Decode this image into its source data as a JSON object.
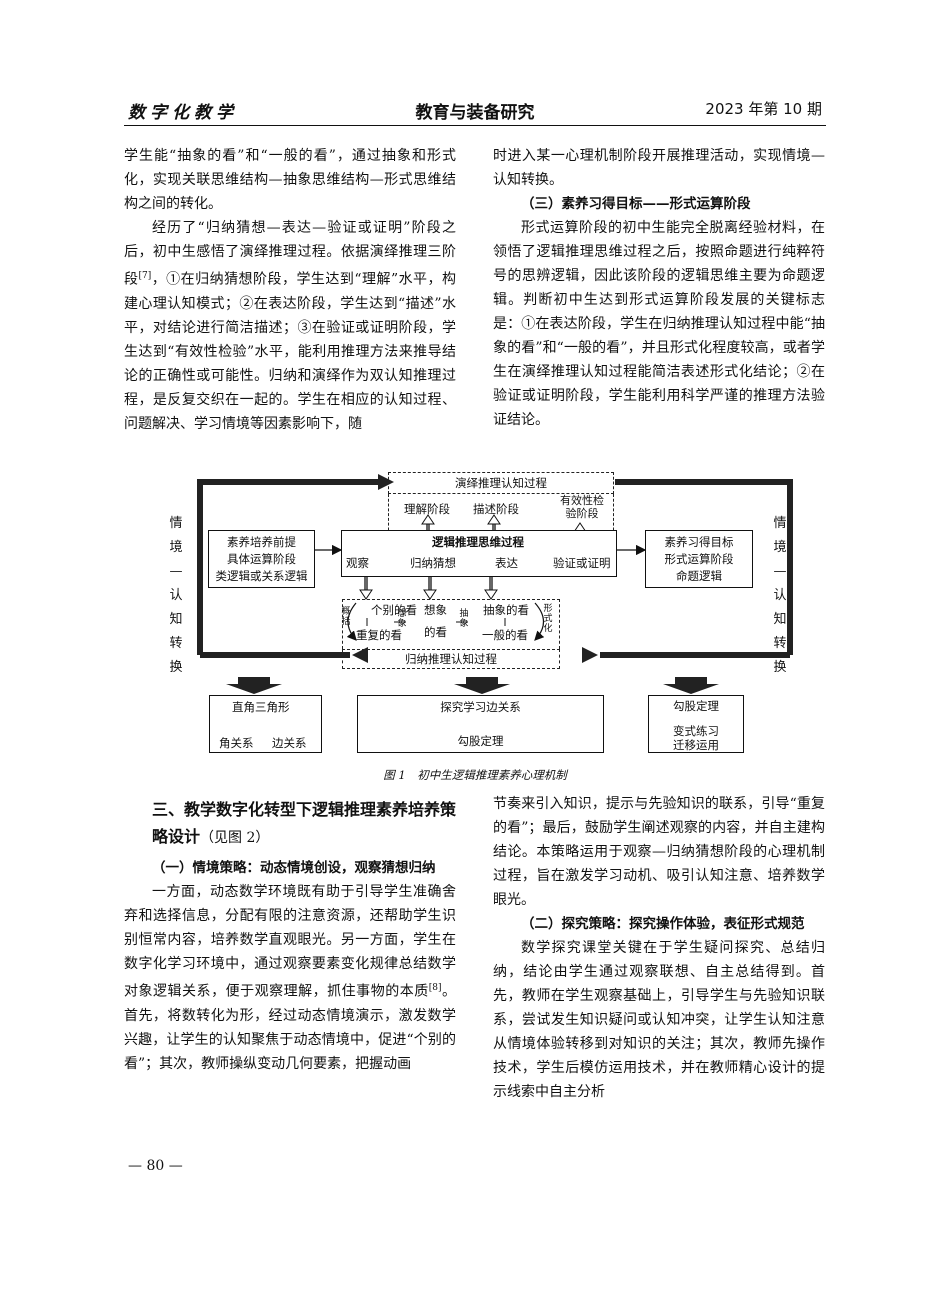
{
  "header": {
    "left": "数字化教学",
    "center": "教育与装备研究",
    "right": "2023 年第 10 期"
  },
  "left_top": {
    "p1": "学生能“抽象的看”和“一般的看”，通过抽象和形式化，实现关联思维结构—抽象思维结构—形式思维结构之间的转化。",
    "p2": "经历了“归纳猜想—表达—验证或证明”阶段之后，初中生感悟了演绎推理过程。依据演绎推理三阶段",
    "p2_ref": "[7]",
    "p2_rest": "，①在归纳猜想阶段，学生达到“理解”水平，构建心理认知模式；②在表达阶段，学生达到“描述”水平，对结论进行简洁描述；③在验证或证明阶段，学生达到“有效性检验”水平，能利用推理方法来推导结论的正确性或可能性。归纳和演绎作为双认知推理过程，是反复交织在一起的。学生在相应的认知过程、问题解决、学习情境等因素影响下，随"
  },
  "right_top": {
    "p1": "时进入某一心理机制阶段开展推理活动，实现情境—认知转换。",
    "heading": "（三）素养习得目标——形式运算阶段",
    "p2": "形式运算阶段的初中生能完全脱离经验材料，在领悟了逻辑推理思维过程之后，按照命题进行纯粹符号的思辨逻辑，因此该阶段的逻辑思维主要为命题逻辑。判断初中生达到形式运算阶段发展的关键标志是：①在表达阶段，学生在归纳推理认知过程中能“抽象的看”和“一般的看”，并且形式化程度较高，或者学生在演绎推理认知过程能简洁表述形式化结论；②在验证或证明阶段，学生能利用科学严谨的推理方法验证结论。"
  },
  "figure": {
    "side_left": [
      "情",
      "境",
      "—",
      "认",
      "知",
      "转",
      "换"
    ],
    "side_right": [
      "情",
      "境",
      "—",
      "认",
      "知",
      "转",
      "换"
    ],
    "deductive_title": "演绎推理认知过程",
    "inductive_title": "归纳推理认知过程",
    "stage_understand": "理解阶段",
    "stage_describe": "描述阶段",
    "stage_validity": "有效性检验阶段",
    "left_box": [
      "素养培养前提",
      "具体运算阶段",
      "类逻辑或关系逻辑"
    ],
    "right_box": [
      "素养习得目标",
      "形式运算阶段",
      "命题逻辑"
    ],
    "center_title": "逻辑推理思维过程",
    "flow": [
      "观察",
      "归纳猜想",
      "表达",
      "验证或证明"
    ],
    "look_individual": "个别的看",
    "look_repeat": "重复的看",
    "look_imagine": "想象",
    "look_imagined": "的看",
    "look_abstract": "抽象的看",
    "look_general": "一般的看",
    "tag_summary": "概括",
    "tag_imagine": "想象",
    "tag_abstract": "抽象",
    "tag_formal": "形式化",
    "bottom_left_title": "直角三角形",
    "bottom_left_a": "角关系",
    "bottom_left_b": "边关系",
    "bottom_mid_title": "探究学习边关系",
    "bottom_mid_sub": "勾股定理",
    "bottom_right_title": "勾股定理",
    "bottom_right_sub1": "变式练习",
    "bottom_right_sub2": "迁移运用",
    "caption": "图 1　初中生逻辑推理素养心理机制"
  },
  "left_bottom": {
    "section": "三、教学数字化转型下逻辑推理素养培养策略设计",
    "section_note": "（见图 2）",
    "heading": "（一）情境策略：动态情境创设，观察猜想归纳",
    "p1": "一方面，动态数学环境既有助于引导学生准确舍弃和选择信息，分配有限的注意资源，还帮助学生识别恒常内容，培养数学直观眼光。另一方面，学生在数字化学习环境中，通过观察要素变化规律总结数学对象逻辑关系，便于观察理解，抓住事物的本质",
    "p1_ref": "[8]",
    "p1_rest": "。首先，将数转化为形，经过动态情境演示，激发数学兴趣，让学生的认知聚焦于动态情境中，促进“个别的看”；其次，教师操纵变动几何要素，把握动画"
  },
  "right_bottom": {
    "p1": "节奏来引入知识，提示与先验知识的联系，引导“重复的看”；最后，鼓励学生阐述观察的内容，并自主建构结论。本策略运用于观察—归纳猜想阶段的心理机制过程，旨在激发学习动机、吸引认知注意、培养数学眼光。",
    "heading": "（二）探究策略：探究操作体验，表征形式规范",
    "p2": "数学探究课堂关键在于学生疑问探究、总结归纳，结论由学生通过观察联想、自主总结得到。首先，教师在学生观察基础上，引导学生与先验知识联系，尝试发生知识疑问或认知冲突，让学生认知注意从情境体验转移到对知识的关注；其次，教师先操作技术，学生后模仿运用技术，并在教师精心设计的提示线索中自主分析"
  },
  "page_number": "— 80 —"
}
